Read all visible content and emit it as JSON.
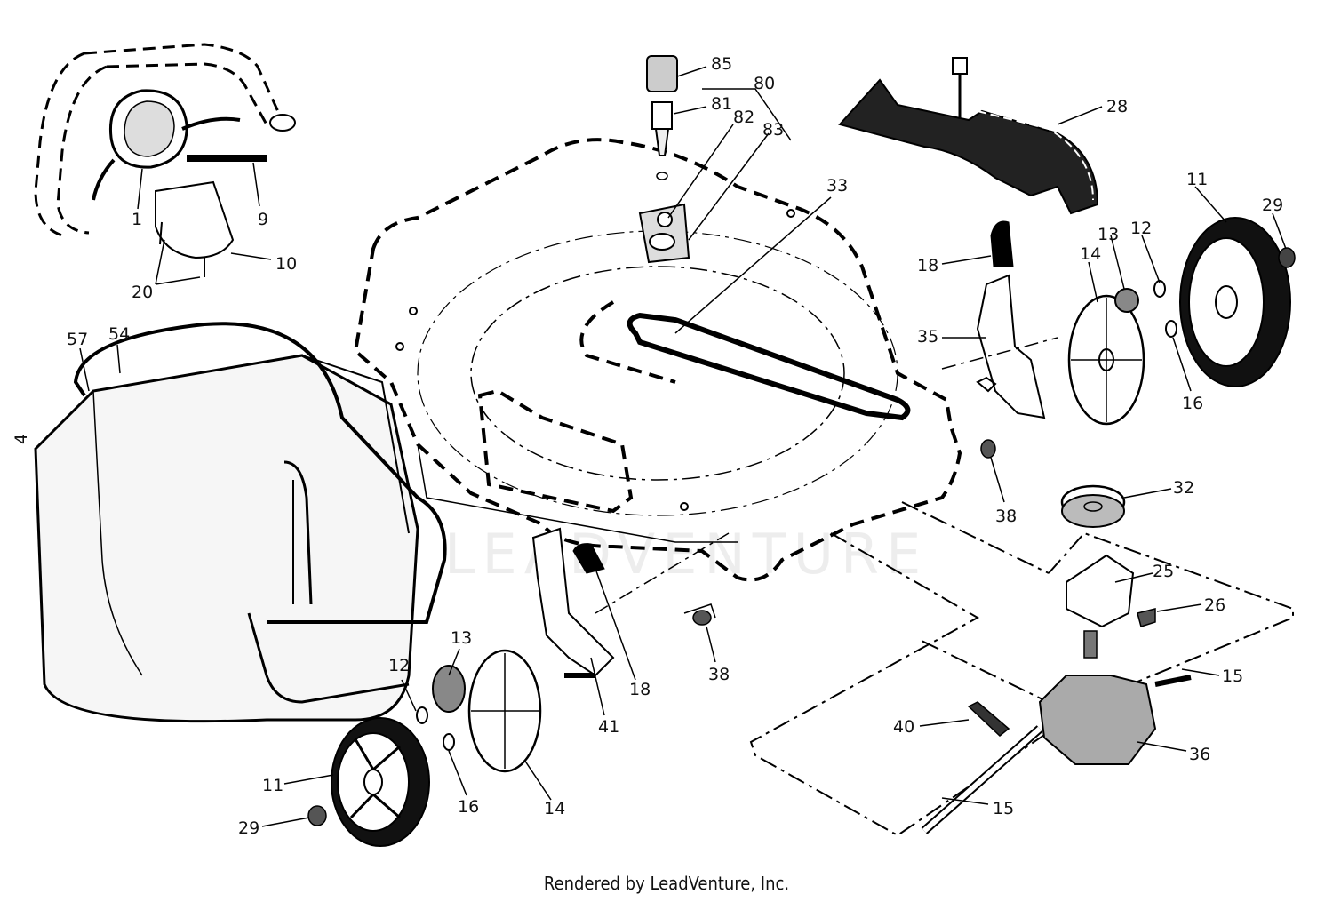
{
  "watermark": "LEADVENTURE",
  "footer": "Rendered by LeadVenture, Inc.",
  "callouts": [
    {
      "id": "c1",
      "label": "1"
    },
    {
      "id": "c9",
      "label": "9"
    },
    {
      "id": "c10",
      "label": "10"
    },
    {
      "id": "c20",
      "label": "20"
    },
    {
      "id": "c57",
      "label": "57"
    },
    {
      "id": "c54",
      "label": "54"
    },
    {
      "id": "c4",
      "label": "4"
    },
    {
      "id": "c85",
      "label": "85"
    },
    {
      "id": "c80",
      "label": "80"
    },
    {
      "id": "c81",
      "label": "81"
    },
    {
      "id": "c82",
      "label": "82"
    },
    {
      "id": "c83",
      "label": "83"
    },
    {
      "id": "c33",
      "label": "33"
    },
    {
      "id": "c28",
      "label": "28"
    },
    {
      "id": "c11r",
      "label": "11"
    },
    {
      "id": "c29r",
      "label": "29"
    },
    {
      "id": "c18r",
      "label": "18"
    },
    {
      "id": "c14r",
      "label": "14"
    },
    {
      "id": "c13r",
      "label": "13"
    },
    {
      "id": "c12r",
      "label": "12"
    },
    {
      "id": "c35",
      "label": "35"
    },
    {
      "id": "c16r",
      "label": "16"
    },
    {
      "id": "c38r",
      "label": "38"
    },
    {
      "id": "c32",
      "label": "32"
    },
    {
      "id": "c25",
      "label": "25"
    },
    {
      "id": "c26",
      "label": "26"
    },
    {
      "id": "c15a",
      "label": "15"
    },
    {
      "id": "c36",
      "label": "36"
    },
    {
      "id": "c40",
      "label": "40"
    },
    {
      "id": "c15b",
      "label": "15"
    },
    {
      "id": "c38l",
      "label": "38"
    },
    {
      "id": "c18l",
      "label": "18"
    },
    {
      "id": "c41",
      "label": "41"
    },
    {
      "id": "c13l",
      "label": "13"
    },
    {
      "id": "c12l",
      "label": "12"
    },
    {
      "id": "c14l",
      "label": "14"
    },
    {
      "id": "c16l",
      "label": "16"
    },
    {
      "id": "c11l",
      "label": "11"
    },
    {
      "id": "c29l",
      "label": "29"
    }
  ]
}
